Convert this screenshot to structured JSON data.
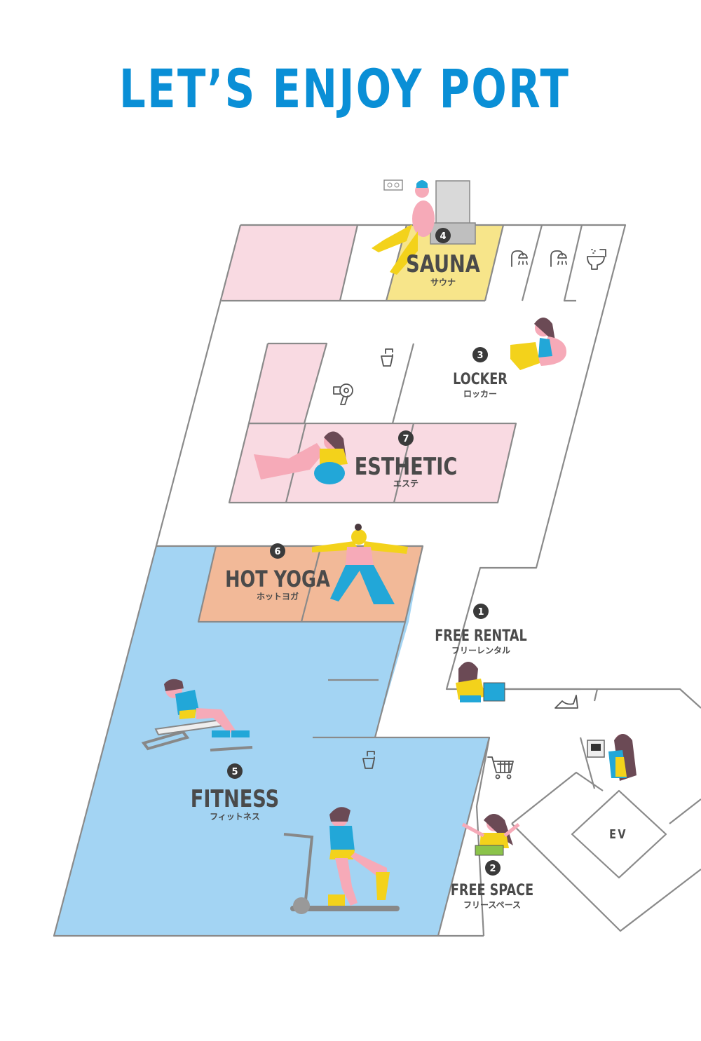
{
  "title": "LET’S ENJOY PORT",
  "colors": {
    "title": "#0a8fd6",
    "sauna": "#f7e58a",
    "pink_room": "#f9dae2",
    "hot_yoga": "#f2b998",
    "fitness": "#a3d4f3",
    "walls": "#8a8a8a",
    "label_text": "#4a4a4a"
  },
  "areas": [
    {
      "id": "sauna",
      "number": "4",
      "en": "SAUNA",
      "jp": "サウナ"
    },
    {
      "id": "locker",
      "number": "3",
      "en": "LOCKER",
      "jp": "ロッカー"
    },
    {
      "id": "esthetic",
      "number": "7",
      "en": "ESTHETIC",
      "jp": "エステ"
    },
    {
      "id": "hot_yoga",
      "number": "6",
      "en": "HOT YOGA",
      "jp": "ホットヨガ"
    },
    {
      "id": "free_rental",
      "number": "1",
      "en": "FREE RENTAL",
      "jp": "フリーレンタル"
    },
    {
      "id": "fitness",
      "number": "5",
      "en": "FITNESS",
      "jp": "フィットネス"
    },
    {
      "id": "free_space",
      "number": "2",
      "en": "FREE SPACE",
      "jp": "フリースペース"
    }
  ],
  "elevator": {
    "label": "EV"
  },
  "icons": [
    "shower-icon",
    "shower-icon",
    "toilet-icon",
    "sink-icon",
    "hair-dryer-icon",
    "shoe-icon",
    "sink-icon",
    "shopping-cart-icon",
    "card-reader-icon",
    "outlet-icon"
  ]
}
